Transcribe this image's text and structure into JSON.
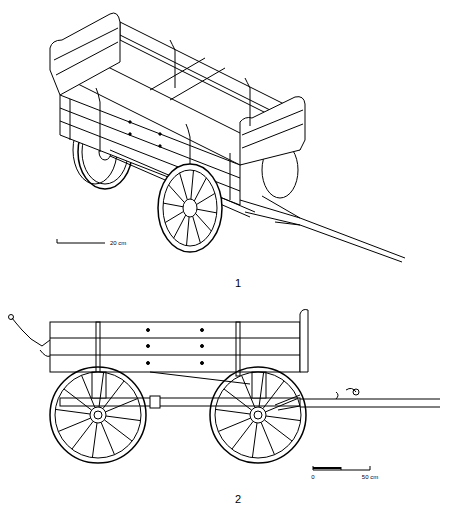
{
  "diagram": {
    "labels": [
      "20 cm",
      "1",
      "0",
      "50 cm",
      "2"
    ]
  }
}
